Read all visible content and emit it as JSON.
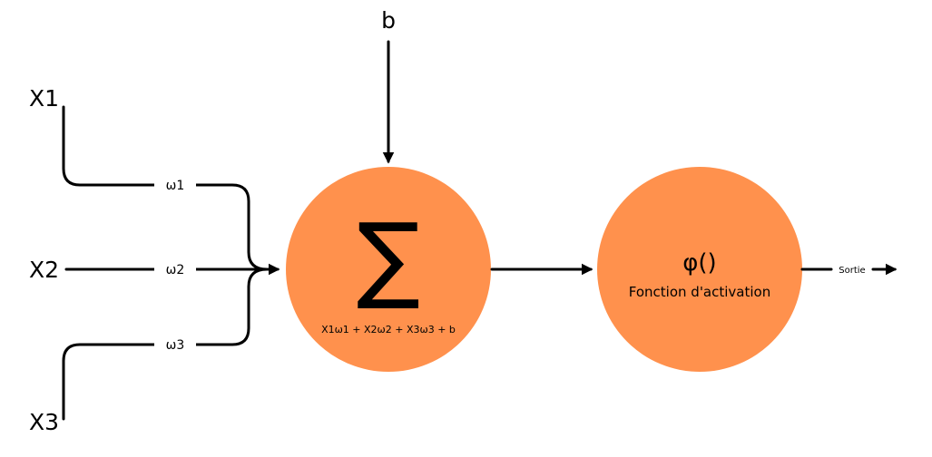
{
  "colors": {
    "node_fill": "#FF914D",
    "line": "#000000",
    "background": "#FFFFFF"
  },
  "inputs": [
    {
      "label": "X1",
      "weight": "ω1"
    },
    {
      "label": "X2",
      "weight": "ω2"
    },
    {
      "label": "X3",
      "weight": "ω3"
    }
  ],
  "bias": {
    "label": "b"
  },
  "summation_node": {
    "symbol": "∑",
    "formula": "X1ω1 + X2ω2 + X3ω3 + b"
  },
  "activation_node": {
    "symbol": "φ()",
    "label": "Fonction d'activation"
  },
  "output": {
    "label": "Sortie"
  }
}
